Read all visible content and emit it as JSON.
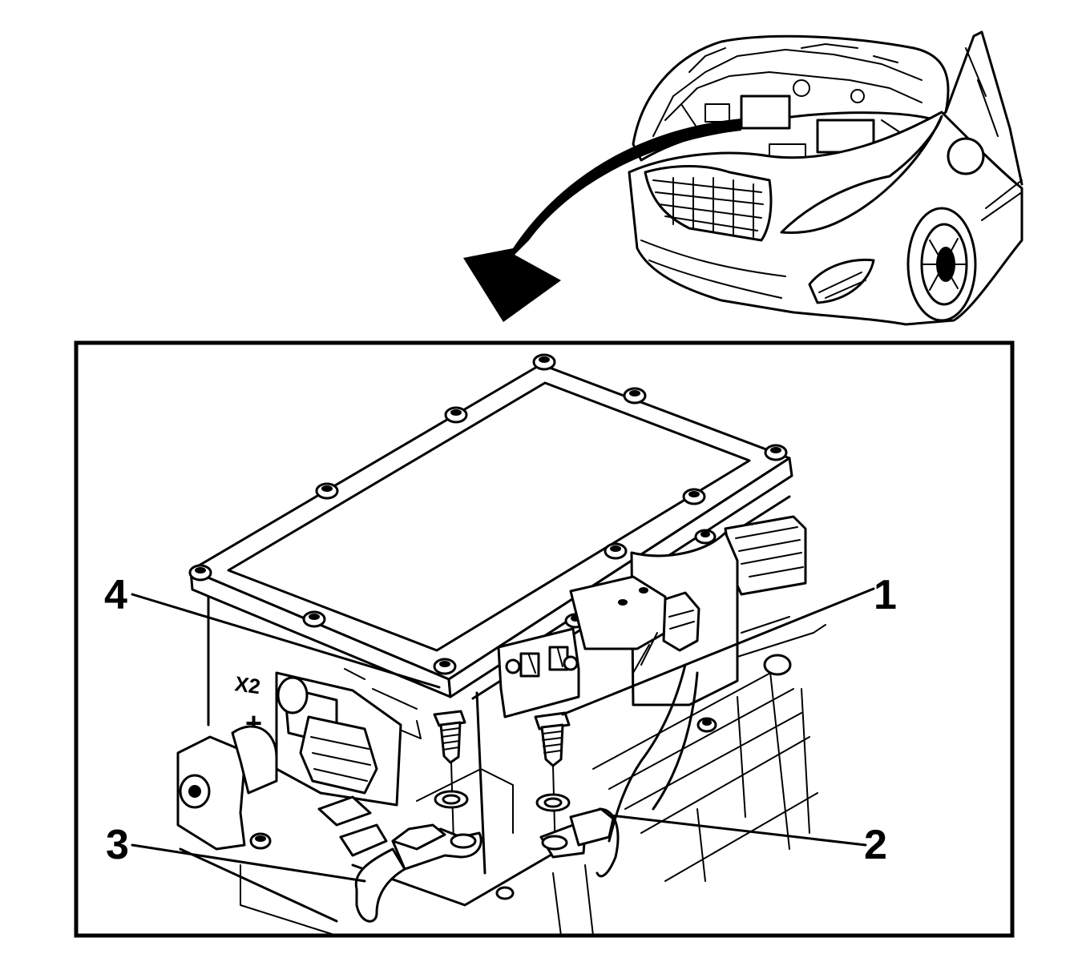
{
  "callouts": {
    "c1": "1",
    "c2": "2",
    "c3": "3",
    "c4": "4"
  },
  "markings": {
    "connector_id": "X2",
    "polarity": "+"
  },
  "icons": {
    "arrow": "curved-arrow-icon",
    "vehicle": "vehicle-front-icon"
  }
}
